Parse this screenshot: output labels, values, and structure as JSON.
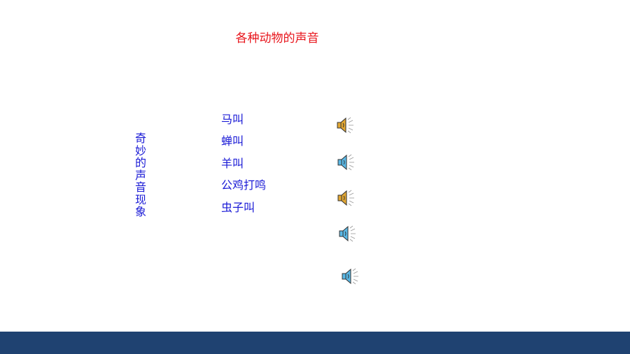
{
  "slide": {
    "title": "各种动物的声音",
    "side_caption_chars": [
      "奇",
      "妙",
      "的",
      "声",
      "音",
      "现",
      "象"
    ],
    "items": [
      {
        "label": "马叫"
      },
      {
        "label": "蝉叫"
      },
      {
        "label": "羊叫"
      },
      {
        "label": "公鸡打鸣"
      },
      {
        "label": "虫子叫"
      }
    ],
    "speakers": [
      {
        "icon": "speaker-gold-icon"
      },
      {
        "icon": "speaker-blue-icon"
      },
      {
        "icon": "speaker-gold-icon"
      },
      {
        "icon": "speaker-blue-icon"
      },
      {
        "icon": "speaker-blue-icon"
      }
    ]
  },
  "colors": {
    "title": "#e8141b",
    "text": "#1a1ad6",
    "footer": "#1f4271",
    "speaker_gold": "#e2a733",
    "speaker_blue": "#5ab8e6"
  }
}
